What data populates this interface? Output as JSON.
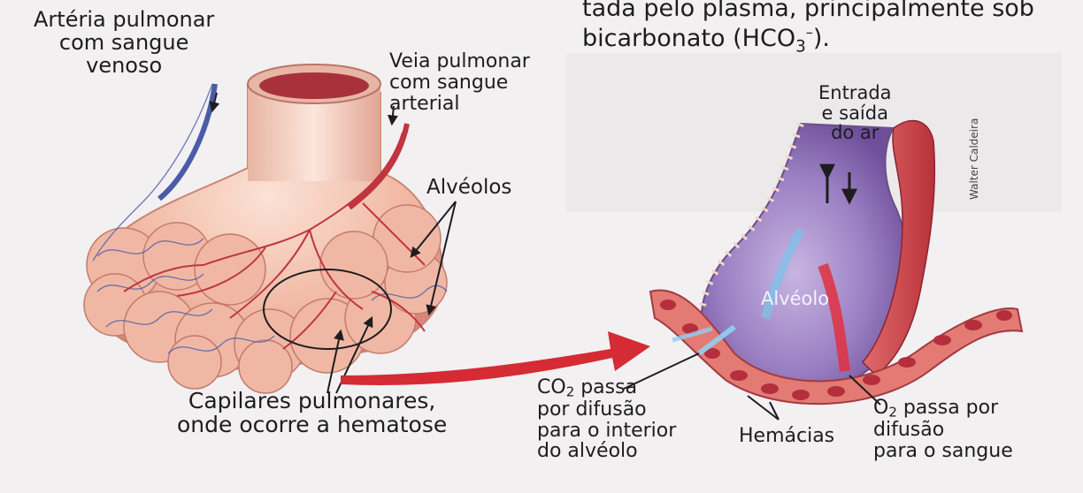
{
  "header_text": {
    "line1": "tada pelo plasma, principalmente sob",
    "line2_prefix": "bicarbonato (HCO",
    "line2_sub": "3",
    "line2_sup": "–",
    "line2_suffix": ")."
  },
  "labels": {
    "arteria": "Artéria pulmonar\ncom sangue\nvenoso",
    "veia": "Veia pulmonar\ncom sangue\narterial",
    "entrada": "Entrada\ne saída\ndo ar",
    "alveolos": "Alvéolos",
    "alveolo": "Alvéolo",
    "capilares": "Capilares pulmonares,\nonde ocorre a hematose",
    "co2_prefix": "CO",
    "co2_sub": "2",
    "co2_rest": " passa\npor difusão\npara o interior\ndo alvéolo",
    "hemacias": "Hemácias",
    "o2_prefix": "O",
    "o2_sub": "2",
    "o2_rest": " passa por\ndifusão\npara o sangue"
  },
  "credit": "Walter Caldeira",
  "colors": {
    "vein_blue": "#4a5ca8",
    "artery_red": "#c0353f",
    "tissue_pink": "#f2c2b0",
    "alveolus_purple": "#9a7fc2",
    "pointer_arrow": "#d42b35"
  }
}
